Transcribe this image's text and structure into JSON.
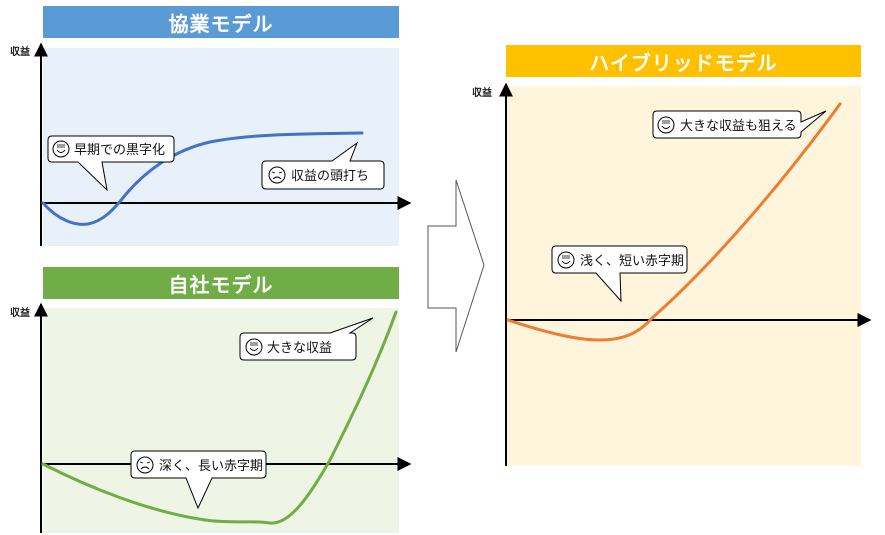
{
  "colors": {
    "kyogyo_banner": "#5b9bd5",
    "kyogyo_bg": "#e8f0fa",
    "kyogyo_line": "#4472c4",
    "jisha_banner": "#70ad47",
    "jisha_bg": "#eef5e4",
    "jisha_line": "#70ad47",
    "hybrid_banner": "#ffc000",
    "hybrid_bg": "#fff4dc",
    "hybrid_line": "#ed7d31",
    "axis": "#000000"
  },
  "panels": {
    "kyogyo": {
      "title": "協業モデル",
      "y_axis_label": "収益",
      "callouts": [
        {
          "text": "早期での黒字化",
          "icon": "smile-face-icon"
        },
        {
          "text": "収益の頭打ち",
          "icon": "sad-face-icon"
        }
      ]
    },
    "jisha": {
      "title": "自社モデル",
      "y_axis_label": "収益",
      "callouts": [
        {
          "text": "大きな収益",
          "icon": "smile-face-icon"
        },
        {
          "text": "深く、長い赤字期",
          "icon": "sad-face-icon"
        }
      ]
    },
    "hybrid": {
      "title": "ハイブリッドモデル",
      "y_axis_label": "収益",
      "callouts": [
        {
          "text": "大きな収益も狙える",
          "icon": "smile-face-icon"
        },
        {
          "text": "浅く、短い赤字期",
          "icon": "smile-face-icon"
        }
      ]
    }
  }
}
